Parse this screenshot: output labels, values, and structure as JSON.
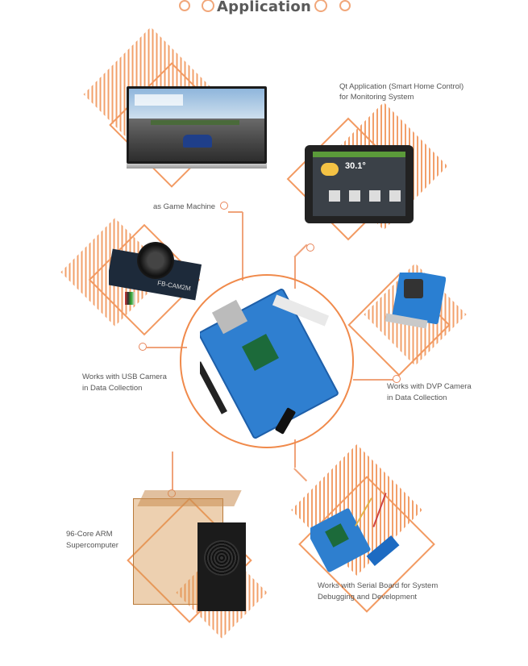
{
  "header": {
    "title": "Application"
  },
  "captions": {
    "game": "as Game Machine",
    "qt_line1": "Qt Application (Smart Home Control)",
    "qt_line2": "for Monitoring System",
    "usb_line1": "Works with USB Camera",
    "usb_line2": "in Data Collection",
    "dvp_line1": "Works with DVP Camera",
    "dvp_line2": "in Data Collection",
    "cluster_line1": "96-Core ARM",
    "cluster_line2": "Supercomputer",
    "serial_line1": "Works with Serial Board for System",
    "serial_line2": "Debugging and Development"
  },
  "tablet": {
    "temperature": "30.1°"
  },
  "camera_board": {
    "label": "FB-CAM2M"
  },
  "colors": {
    "accent": "#f29a62",
    "board": "#2f7fd0",
    "text": "#555555"
  }
}
